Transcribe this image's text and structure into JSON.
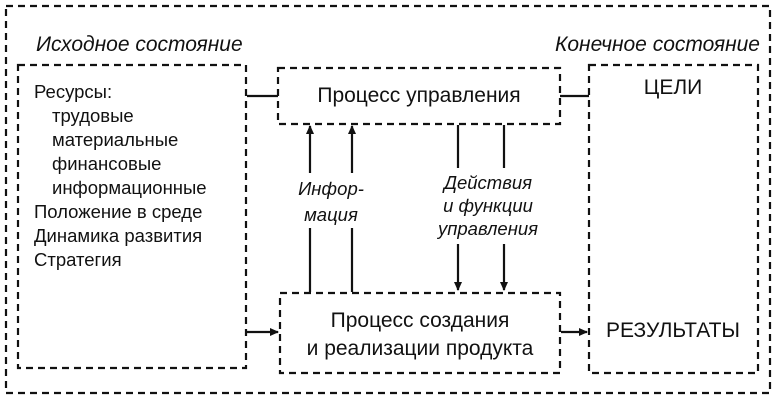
{
  "diagram": {
    "initial_state_label": "Исходное состояние",
    "final_state_label": "Конечное состояние",
    "resources": {
      "heading": "Ресурсы:",
      "items": [
        "трудовые",
        "материальные",
        "финансовые",
        "информационные"
      ]
    },
    "factors": [
      "Положение в среде",
      "Динамика развития",
      "Стратегия"
    ],
    "management_process": "Процесс управления",
    "information_label": [
      "Инфор-",
      "мация"
    ],
    "actions_label": [
      "Действия",
      "и функции",
      "управления"
    ],
    "production_process": [
      "Процесс создания",
      "и реализации продукта"
    ],
    "goals": "ЦЕЛИ",
    "results": "РЕЗУЛЬТАТЫ"
  }
}
